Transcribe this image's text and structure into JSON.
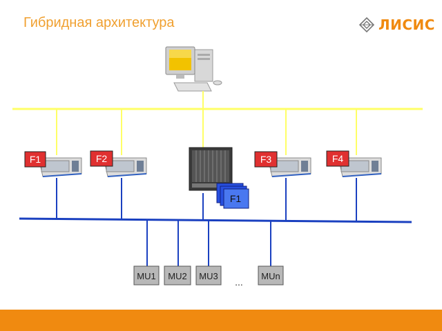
{
  "title": "Гибридная архитектура",
  "logo": {
    "text": "ЛИСИС",
    "icon": "logo-diamond-icon"
  },
  "servers": [
    {
      "label": "F1"
    },
    {
      "label": "F2"
    },
    {
      "label": "F3"
    },
    {
      "label": "F4"
    }
  ],
  "blade_label": "F1",
  "mu_units": [
    {
      "label": "MU1"
    },
    {
      "label": "MU2"
    },
    {
      "label": "MU3"
    },
    {
      "label": "MUn"
    }
  ],
  "ellipsis": "...",
  "colors": {
    "accent": "#f08a10",
    "title": "#f0a030",
    "upper_bus": "#ffff66",
    "lower_bus": "#1a40c0",
    "server_label_bg": "#e03030",
    "blade_card": "#2850e0",
    "mu_box": "#b8b8b8"
  }
}
